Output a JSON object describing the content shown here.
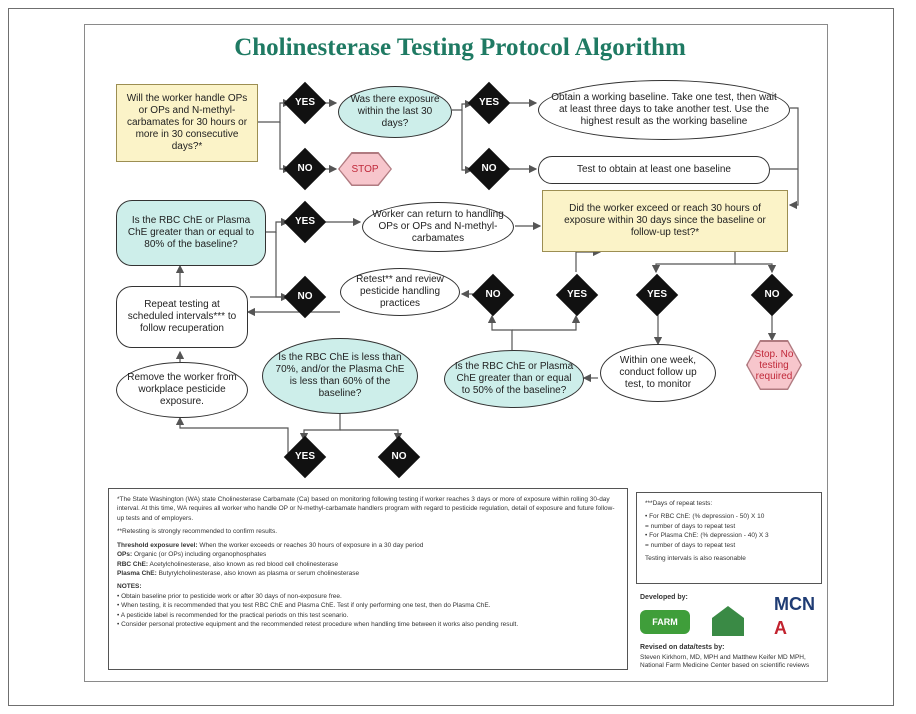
{
  "title": "Cholinesterase Testing Protocol Algorithm",
  "boxes": {
    "q_handle": "Will the worker handle OPs or OPs and N-methyl-carbamates for 30 hours or more in 30 consecutive days?*",
    "q_exposure30": "Was there exposure within the last 30 days?",
    "baseline_two": "Obtain a working baseline. Take one test, then wait at least three days to take another test. Use the highest result as the working baseline",
    "baseline_one": "Test to obtain at least one baseline",
    "q_rbc80": "Is the RBC ChE or Plasma ChE greater than or equal to 80% of the baseline?",
    "return_handling": "Worker can return to handling OPs or OPs and N-methyl-carbamates",
    "q_exceed30": "Did the worker exceed or reach 30 hours of exposure within 30 days since the baseline or follow-up test?*",
    "repeat": "Repeat testing at scheduled intervals*** to follow recuperation",
    "retest": "Retest** and review pesticide handling practices",
    "q_rbc70": "Is the RBC ChE is less than 70%, and/or the Plasma ChE is less than 60% of the baseline?",
    "q_rbc50": "Is the RBC ChE or Plasma ChE greater than or equal to 50% of the baseline?",
    "followup": "Within one week, conduct follow up test, to monitor",
    "remove": "Remove the worker from workplace pesticide exposure.",
    "stop_small": "STOP",
    "stop_no_testing": "Stop. No testing required"
  },
  "decisions": {
    "d1_yes": "YES",
    "d1_no": "NO",
    "d2_yes": "YES",
    "d2_no": "NO",
    "d3_yes": "YES",
    "d3_no": "NO",
    "d4_no": "NO",
    "d4_yes": "YES",
    "d5_yes": "YES",
    "d5_no": "NO",
    "d6_yes": "YES",
    "d6_no": "NO"
  },
  "notes": {
    "footnote_star": "*The State Washington (WA) state Cholinesterase Carbamate (Ca) based on monitoring following testing if worker reaches 3 days or more of exposure within rolling 30-day interval. At this time, WA requires all worker who handle OP or N-methyl-carbamate handlers program with regard to pesticide regulation, detail of exposure and future follow-up tests and of employers.",
    "footnote_two": "**Retesting is strongly recommended to confirm results.",
    "threshold_label": "Threshold exposure level:",
    "threshold_text": "When the worker exceeds or reaches 30 hours of exposure in a 30 day period",
    "ops_label": "OPs:",
    "ops_text": "Organic (or OPs) including organophosphates",
    "rbc_label": "RBC ChE:",
    "rbc_text": "Acetylcholinesterase, also known as red blood cell cholinesterase",
    "plasma_label": "Plasma ChE:",
    "plasma_text": "Butyrylcholinesterase, also known as plasma or serum cholinesterase",
    "notes_label": "NOTES:",
    "note_1": "• Obtain baseline prior to pesticide work or after 30 days of non-exposure free.",
    "note_2": "• When testing, it is recommended that you test RBC ChE and Plasma ChE. Test if only performing one test, then do Plasma ChE.",
    "note_3": "• A pesticide label is recommended for the practical periods on this test scenario.",
    "note_4": "• Consider personal protective equipment and the recommended retest procedure when handling time between it works also pending result."
  },
  "side_notes": {
    "heading": "***Days of repeat tests:",
    "line_1": "• For RBC ChE: (% depression - 50) X 10",
    "line_2": "= number of days to repeat test",
    "line_3": "• For Plasma ChE: (% depression - 40) X 3",
    "line_4": "= number of days to repeat test",
    "line_5": "Testing intervals is also reasonable"
  },
  "credits": {
    "developed_by": "Developed by:",
    "logo1": "FARM",
    "logo3_a": "MCN",
    "revised_label": "Revised on data/tests by:",
    "revised_text": "Steven Kirkhorn, MD, MPH and Matthew Keifer MD MPH, National Farm Medicine Center based on scientific reviews"
  },
  "colors": {
    "title": "#1f7a63",
    "question_fill": "#fbf3c8",
    "decision_fill": "#cdeeea",
    "stop_fill": "#f7c6cc",
    "diamond": "#111111"
  }
}
